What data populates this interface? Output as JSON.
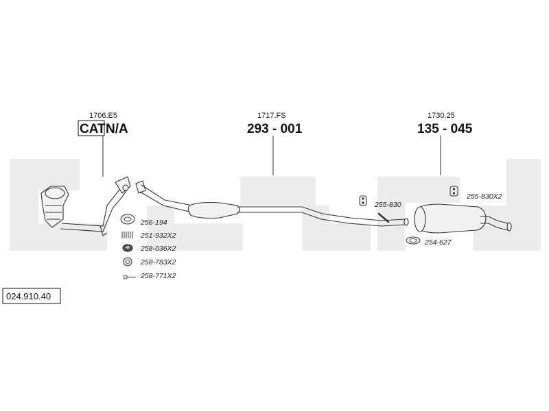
{
  "diagram_number": "024.910.40",
  "callouts": [
    {
      "ref": "1706.E5",
      "part_a": "CAT",
      "part_b": "N/A"
    },
    {
      "ref": "1717.FS",
      "part": "293 - 001"
    },
    {
      "ref": "1730.25",
      "part": "135 - 045"
    }
  ],
  "parts": [
    {
      "label": "256-194",
      "icon": "gasket-ring-icon"
    },
    {
      "label": "251-932X2",
      "icon": "spring-icon"
    },
    {
      "label": "258-036X2",
      "icon": "rubber-mount-icon"
    },
    {
      "label": "258-783X2",
      "icon": "washer-icon"
    },
    {
      "label": "258-771X2",
      "icon": "bolt-icon"
    },
    {
      "label": "255-830",
      "icon": "hanger-icon"
    },
    {
      "label": "255-830X2",
      "icon": "hanger-icon"
    },
    {
      "label": "254-627",
      "icon": "clamp-icon"
    }
  ],
  "colors": {
    "line": "#333333",
    "watermark": "#ececec",
    "fill": "#f2f2f2"
  }
}
